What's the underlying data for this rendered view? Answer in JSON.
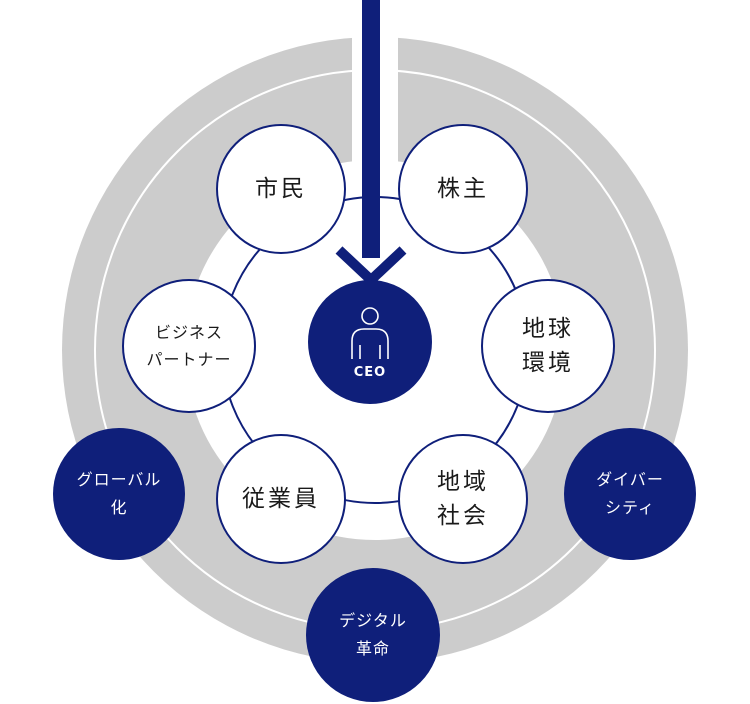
{
  "colors": {
    "navy": "#0f1f7a",
    "ring_gray": "#cccccc",
    "white": "#ffffff"
  },
  "center": {
    "label": "CEO",
    "icon": "person-icon"
  },
  "stakeholders": {
    "citizens": [
      "市民"
    ],
    "shareholders": [
      "株主"
    ],
    "business_partners": [
      "ビジネス",
      "パートナー"
    ],
    "global_environment": [
      "地球",
      "環境"
    ],
    "employees": [
      "従業員"
    ],
    "local_community": [
      "地域",
      "社会"
    ]
  },
  "external_factors": {
    "globalization": [
      "グローバル",
      "化"
    ],
    "diversity": [
      "ダイバー",
      "シティ"
    ],
    "digital_revolution": [
      "デジタル",
      "革命"
    ]
  }
}
